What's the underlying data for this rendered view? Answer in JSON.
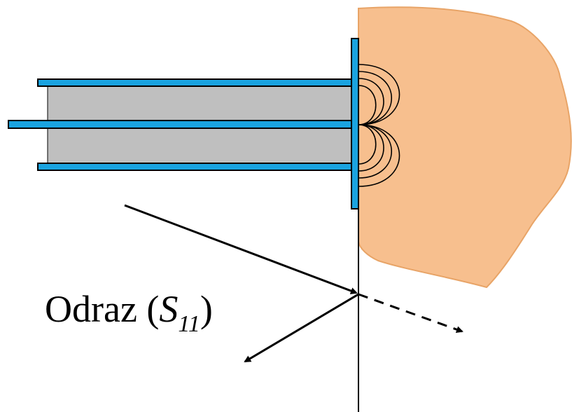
{
  "label": {
    "prefix": "Odraz (",
    "symbol": "S",
    "subscript": "11",
    "suffix": ")"
  },
  "colors": {
    "tissue_fill": "#f7bf8e",
    "tissue_stroke": "#e8a467",
    "conductor": "#1aa3e0",
    "dielectric": "#bfbfbf",
    "line": "#000000"
  }
}
